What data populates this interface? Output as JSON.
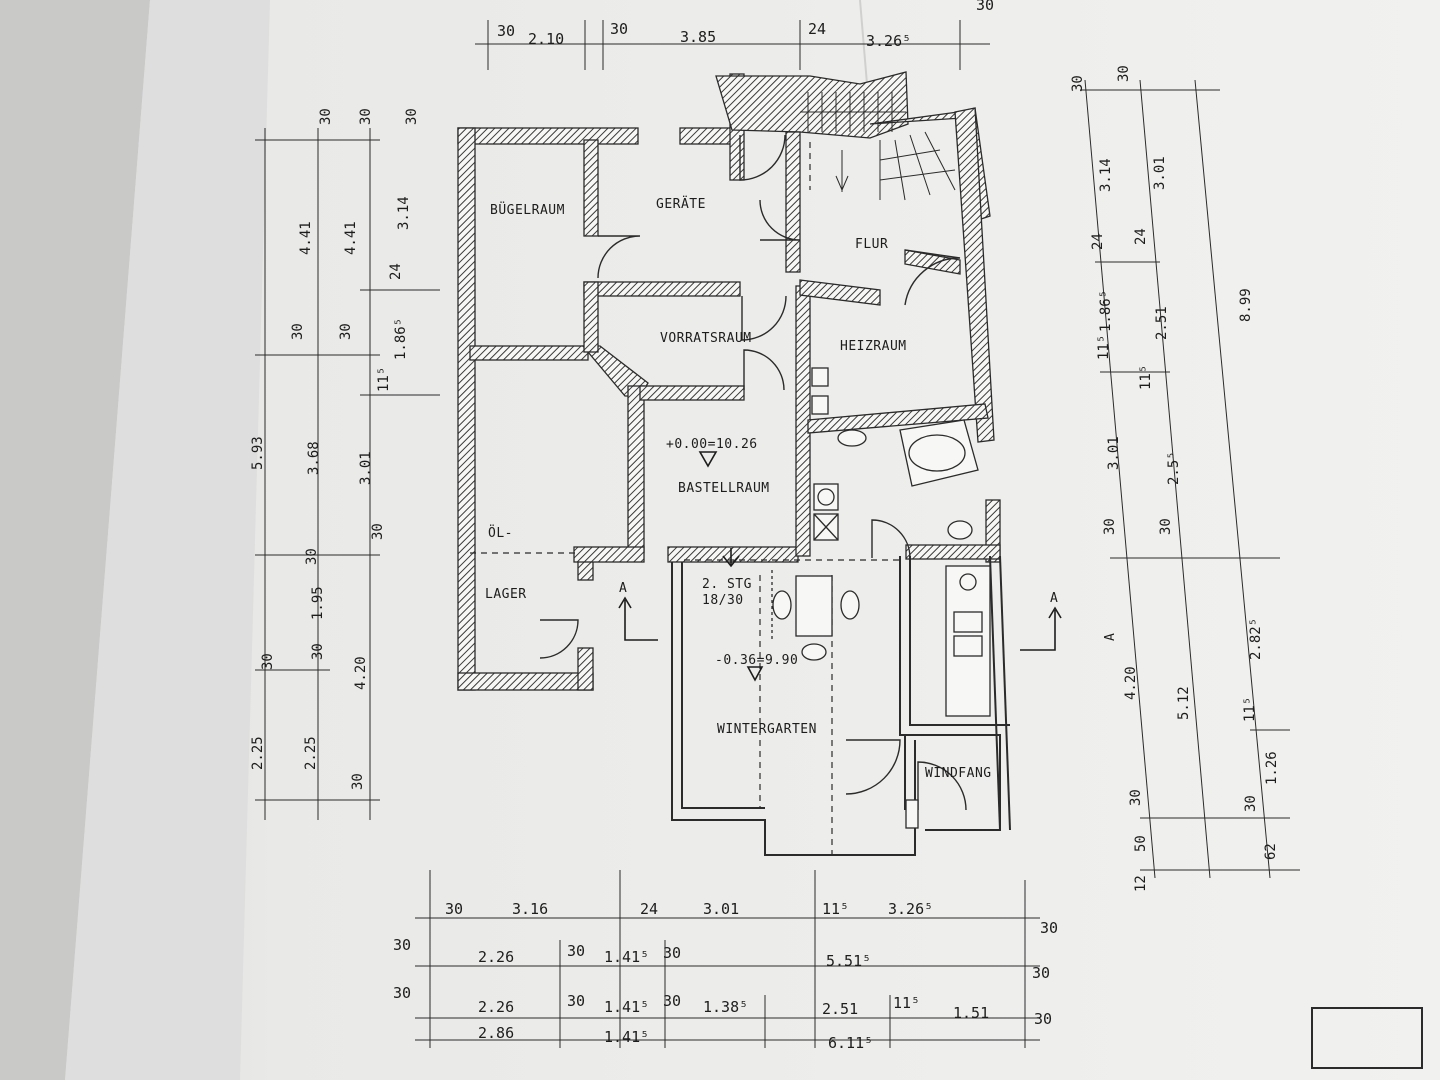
{
  "plan": {
    "rooms": {
      "buegelraum": "BÜGELRAUM",
      "geraete": "GERÄTE",
      "flur": "FLUR",
      "vorratsraum": "VORRATSRAUM",
      "heizraum": "HEIZRAUM",
      "bastellraum": "BASTELLRAUM",
      "oel": "ÖL-",
      "lager": "LAGER",
      "wintergarten": "WINTERGARTEN",
      "windfang": "WINDFANG"
    },
    "levels": {
      "basement": "+0.00=10.26",
      "wintergarten": "-0.36=9.90"
    },
    "stair_note_1": "2. STG",
    "stair_note_2": "18/30",
    "section_marker_left": "A",
    "section_marker_right": "A",
    "section_marker_far_right": "A"
  },
  "dims": {
    "top": {
      "a": "30",
      "b": "2.10",
      "c": "30",
      "d": "3.85",
      "e": "24",
      "f": "3.26⁵",
      "g": "30"
    },
    "bottom_row1": {
      "a": "30",
      "b": "3.16",
      "c": "24",
      "d": "3.01",
      "e": "11⁵",
      "f": "3.26⁵",
      "g": "30"
    },
    "bottom_row2": {
      "a": "30",
      "b": "2.26",
      "c": "30",
      "d": "1.41⁵",
      "e": "30",
      "f": "5.51⁵",
      "g": "30"
    },
    "bottom_row3": {
      "a": "30",
      "b": "2.26",
      "c": "30",
      "d": "1.41⁵",
      "e": "30",
      "f": "1.38⁵",
      "g": "2.51",
      "h": "11⁵",
      "i": "1.51",
      "j": "30"
    },
    "bottom_row4": {
      "a": "2.86",
      "b": "1.41⁵",
      "c": "6.11⁵"
    },
    "left_col1": {
      "a": "30",
      "b": "4.41",
      "c": "30",
      "d": "5.93",
      "e": "30",
      "f": "30",
      "g": "2.25"
    },
    "left_col2": {
      "a": "30",
      "b": "4.41",
      "c": "30",
      "d": "3.68",
      "e": "30",
      "f": "1.95",
      "g": "30",
      "h": "2.25"
    },
    "left_col3": {
      "a": "30",
      "b": "3.14",
      "c": "24",
      "d": "1.86⁵",
      "e": "11⁵",
      "f": "3.01",
      "g": "30",
      "h": "4.20",
      "i": "30"
    },
    "right_col1": {
      "a": "30",
      "b": "3.14",
      "c": "24",
      "d": "1.86⁵",
      "e": "11⁵",
      "f": "3.01",
      "g": "30",
      "h": "4.20",
      "i": "30",
      "j": "50",
      "k": "12"
    },
    "right_col2": {
      "a": "30",
      "b": "3.01",
      "c": "24",
      "d": "2.51",
      "e": "11⁵",
      "f": "2.5⁵",
      "g": "30",
      "h": "5.12",
      "i": "30",
      "j": "62"
    },
    "right_col3": {
      "a": "8.99",
      "b": "2.82⁵",
      "c": "11⁵",
      "d": "1.26"
    }
  }
}
